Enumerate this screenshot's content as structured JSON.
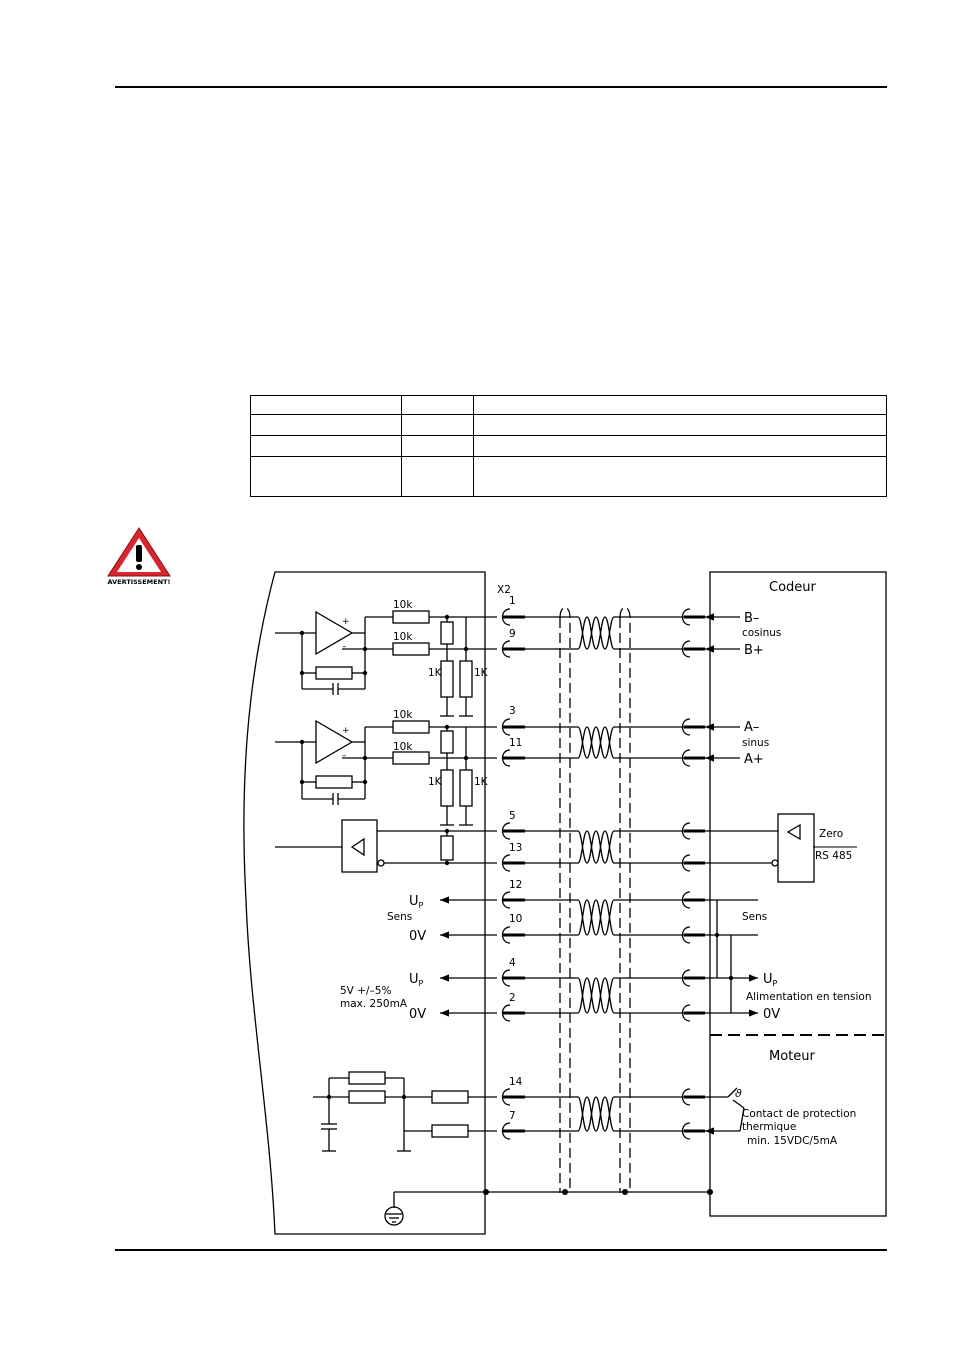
{
  "warning": {
    "label": "AVERTISSEMENT!"
  },
  "table": {
    "rows": [
      [
        "",
        "",
        ""
      ],
      [
        "",
        "",
        ""
      ],
      [
        "",
        "",
        ""
      ],
      [
        "",
        "",
        ""
      ]
    ]
  },
  "diagram": {
    "connector": "X2",
    "resistor_10k": "10k",
    "resistor_1k": "1K",
    "pins": [
      "1",
      "9",
      "3",
      "11",
      "5",
      "13",
      "12",
      "10",
      "4",
      "2",
      "14",
      "7"
    ],
    "encoder_title": "Codeur",
    "motor_title": "Moteur",
    "b_minus": "B–",
    "cosinus": "cosinus",
    "b_plus": "B+",
    "a_minus": "A–",
    "sinus": "sinus",
    "a_plus": "A+",
    "zero": "Zero",
    "rs485": "RS 485",
    "up_main": "U",
    "up_sub": "P",
    "sens": "Sens",
    "zero_v": "0V",
    "supply_line1": "5V +/–5%",
    "supply_line2": "max. 250mA",
    "power_supply": "Alimentation en tension",
    "thermal_symbol": "ϑ",
    "thermal_line1": "Contact de protection",
    "thermal_line2": "thermique",
    "thermal_line3": "min. 15VDC/5mA"
  }
}
